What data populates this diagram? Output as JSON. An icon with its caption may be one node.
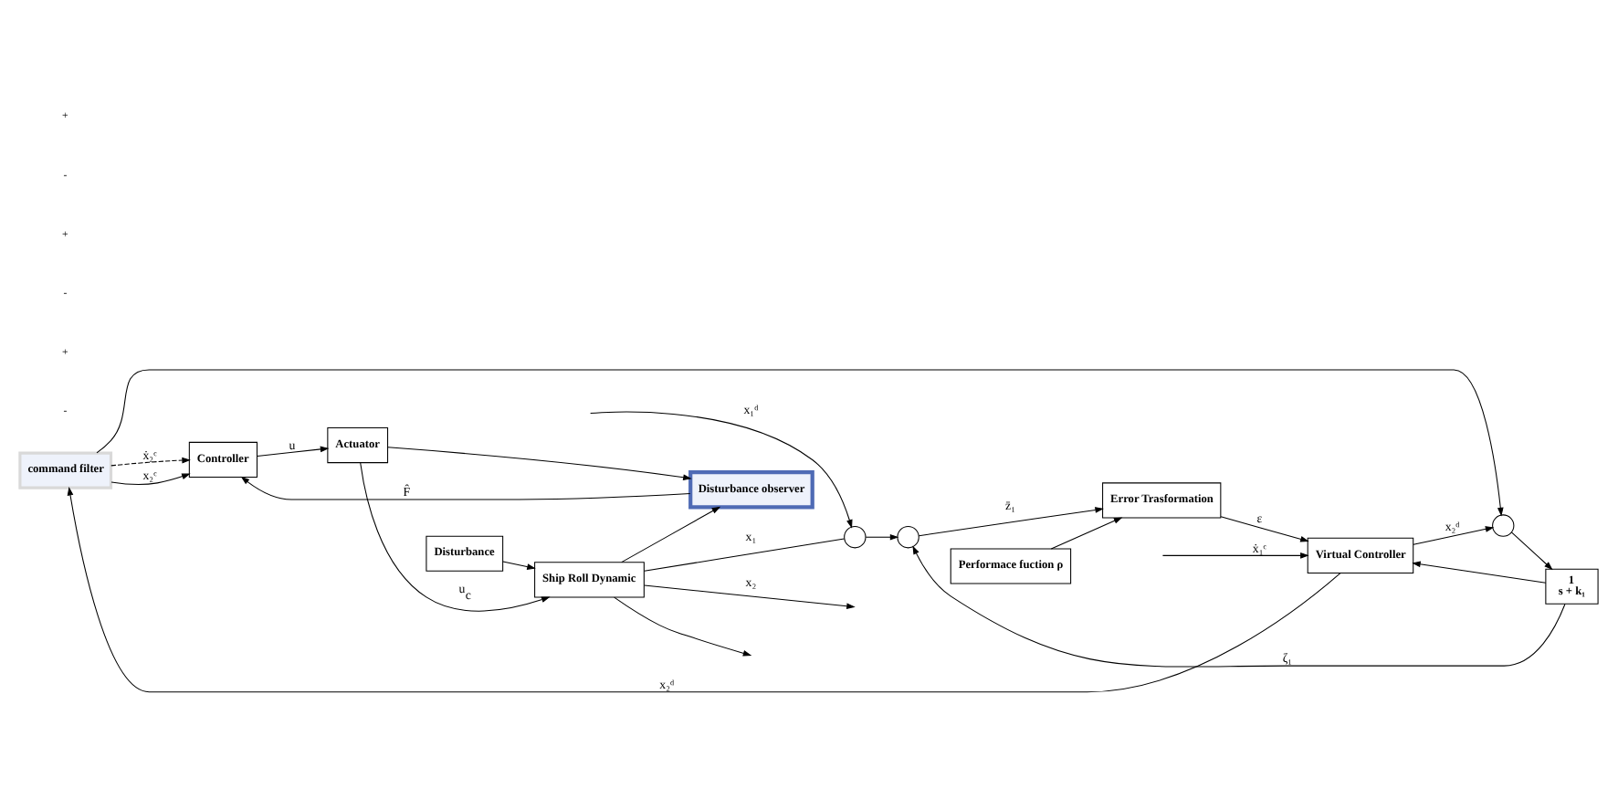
{
  "diagram": {
    "nodes": [
      {
        "text": [
          "command filter"
        ]
      },
      {
        "text": [
          "Controller"
        ]
      },
      {
        "text": [
          "Actuator"
        ]
      },
      {
        "text": [
          "Ship Roll Dynamic"
        ]
      },
      {
        "text": [
          "Disturbance"
        ]
      },
      {
        "text": [],
        "shape": "circle"
      },
      {
        "text": [],
        "shape": "circle"
      },
      {
        "text": [],
        "shape": "circle"
      },
      {
        "text": [
          "1",
          "s + k₁"
        ]
      },
      {
        "text": [
          "Error Trasformation"
        ]
      },
      {
        "text": [
          "Virtual Controller"
        ]
      },
      {
        "text": [
          "Performace fuction ρ"
        ]
      },
      {
        "text": [
          "Disturbance observer"
        ]
      }
    ],
    "edges": [
      {
        "from": null,
        "to": 5,
        "arrow": "to",
        "label": "x₁ᵈ"
      },
      {
        "from": 5,
        "to": 6,
        "arrow": "to"
      },
      {
        "from": 3,
        "to": 5,
        "arrow": "none",
        "label": "x₁"
      },
      {
        "from": 8,
        "to": 6,
        "arrow": "to",
        "label": "ζ₁"
      },
      {
        "from": 6,
        "to": 9,
        "arrow": "to",
        "label": "z̄₁"
      },
      {
        "from": 8,
        "to": 10,
        "arrow": "to"
      },
      {
        "from": 9,
        "to": 10,
        "arrow": "to",
        "label": "ε"
      },
      {
        "from": 11,
        "to": 9,
        "arrow": "to"
      },
      {
        "from": null,
        "to": 10,
        "arrow": "to",
        "label": "ẋ₁ᶜ"
      },
      {
        "from": 10,
        "to": 0,
        "arrow": "to",
        "label": "x₂ᵈ"
      },
      {
        "from": 10,
        "to": 7,
        "arrow": "to",
        "label": "x₂ᵈ"
      },
      {
        "from": 0,
        "to": 7,
        "arrow": "to"
      },
      {
        "from": 0,
        "to": 1,
        "arrow": "to",
        "label": "x₂ᶜ"
      },
      {
        "from": 0,
        "to": 1,
        "arrow": "to",
        "style": "dashed",
        "label": "ẋ₂ᶜ"
      },
      {
        "from": 7,
        "to": 8,
        "arrow": "to"
      },
      {
        "from": 1,
        "to": 2,
        "arrow": "to",
        "label": "u"
      },
      {
        "from": 2,
        "to": 3,
        "arrow": "to",
        "label": "u$_{c}$"
      },
      {
        "from": 2,
        "to": 12,
        "arrow": "to"
      },
      {
        "from": 4,
        "to": 3,
        "arrow": "to"
      },
      {
        "from": 3,
        "to": null,
        "arrow": "to",
        "label": "x₂"
      },
      {
        "from": 3,
        "to": null,
        "arrow": "to"
      },
      {
        "from": 3,
        "to": 12,
        "arrow": "to"
      },
      {
        "from": 12,
        "to": 1,
        "arrow": "to",
        "label": "F̂"
      }
    ],
    "labels": [
      "-",
      "+",
      "-",
      "+",
      "-",
      "+"
    ]
  }
}
